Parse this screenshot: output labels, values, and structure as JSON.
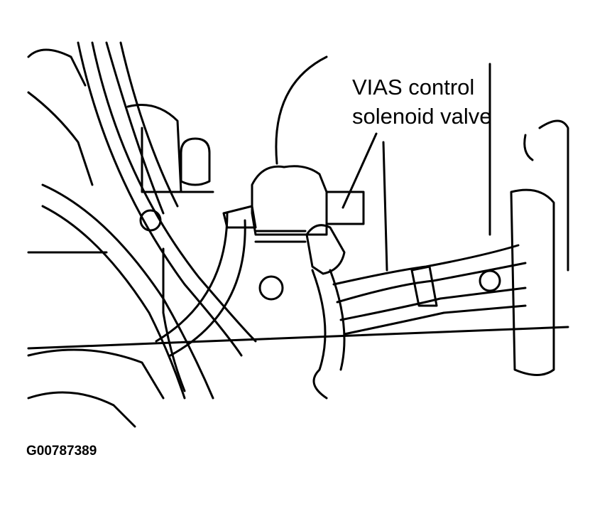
{
  "callout": {
    "line1": "VIAS control",
    "line2": "solenoid valve"
  },
  "figure_id": "G00787389"
}
